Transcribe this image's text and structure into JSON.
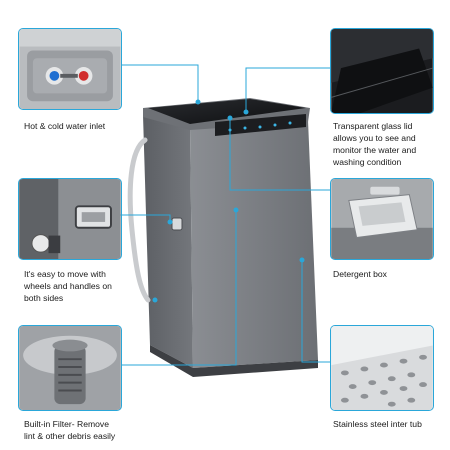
{
  "features": {
    "water_inlet": "Hot & cold water inlet",
    "glass_lid": "Transparent glass lid\nallows you to see and\nmonitor the water and\nwashing condition",
    "wheels": "It's easy to move with\nwheels and handles on\nboth sides",
    "detergent": "Detergent box",
    "filter": "Built-in Filter- Remove\nlint & other debris easily",
    "tub": "Stainless steel inter tub"
  },
  "colors": {
    "accent_line": "#2aa7d9",
    "body_gray": "#7d8086",
    "lid_black": "#111214"
  }
}
